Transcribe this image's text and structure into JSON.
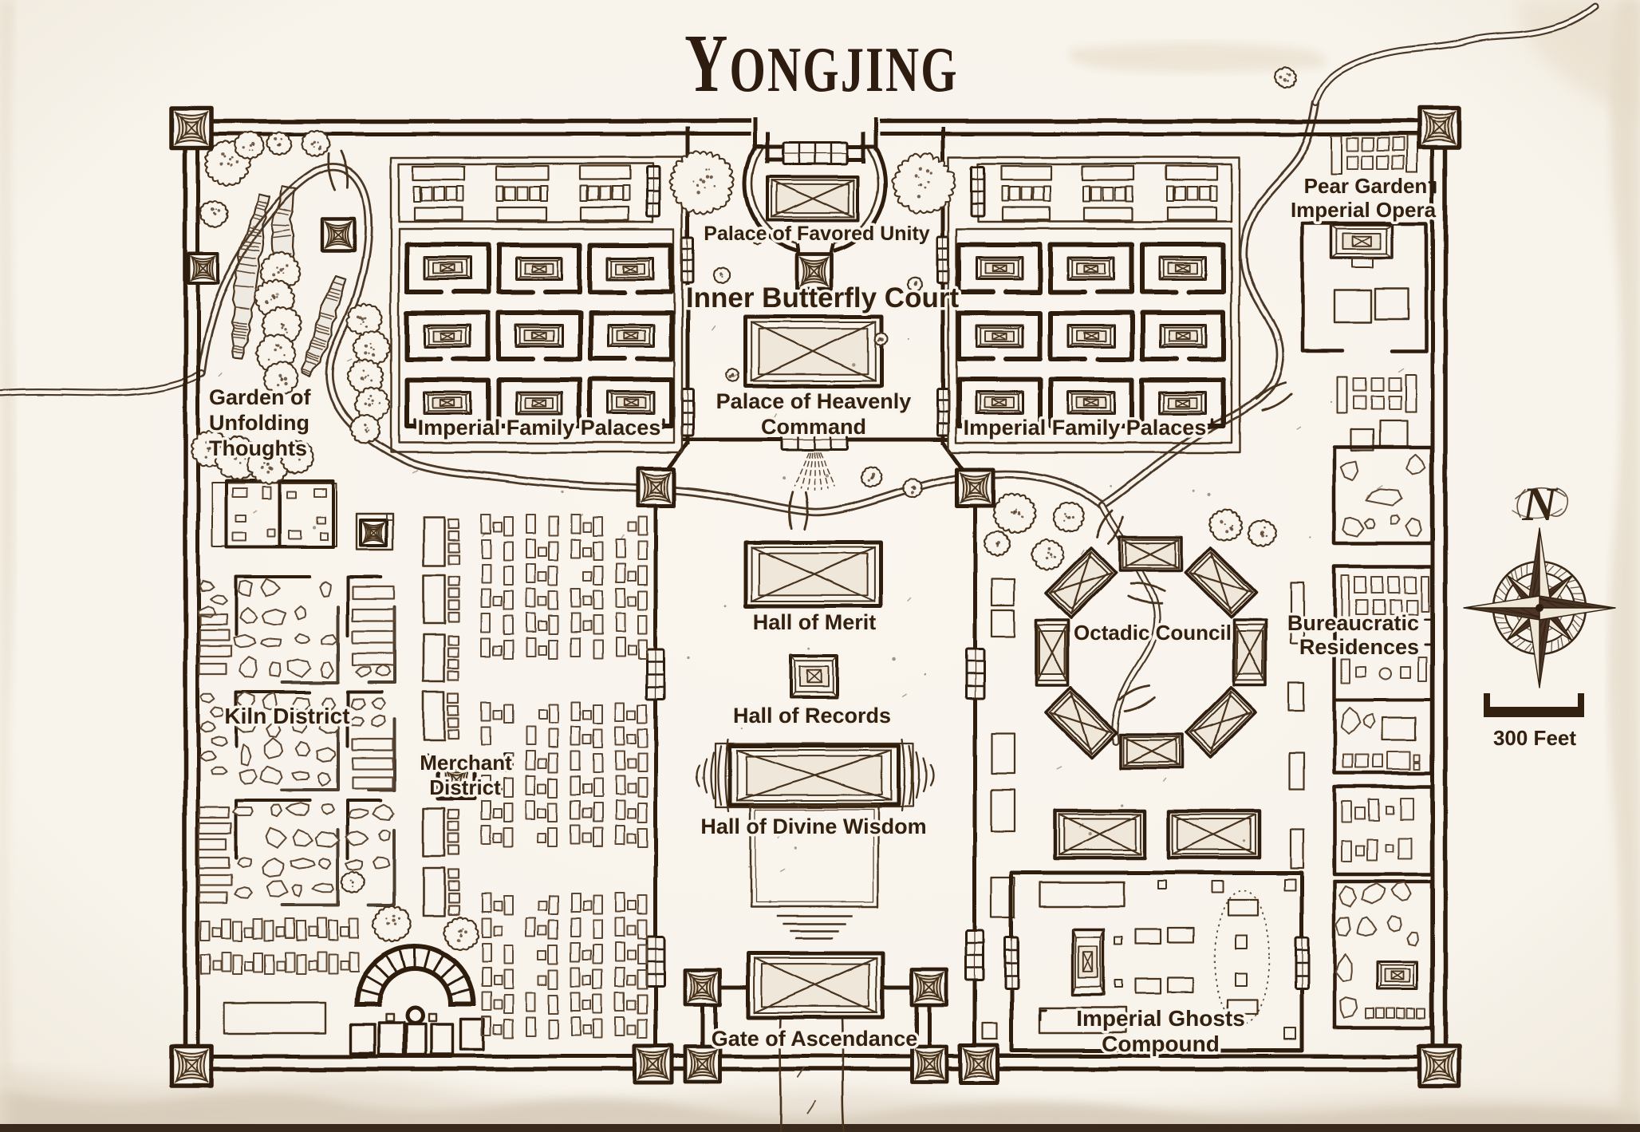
{
  "map": {
    "title": "Yongjing",
    "type": "fantasy city map, imperial capital, hand-drawn sepia ink on parchment"
  },
  "labels": {
    "palace_of_favored_unity": "Palace of Favored Unity",
    "inner_butterfly_court": "Inner Butterfly Court",
    "palace_of_heavenly_command": {
      "lines": [
        "Palace of Heavenly",
        "Command"
      ]
    },
    "imperial_family_palaces_west": "Imperial Family Palaces",
    "imperial_family_palaces_east": "Imperial Family Palaces",
    "garden_of_unfolding_thoughts": {
      "lines": [
        "Garden of",
        "Unfolding",
        "Thoughts"
      ]
    },
    "pear_garden_imperial_opera": {
      "lines": [
        "Pear Garden",
        "Imperial Opera"
      ]
    },
    "kiln_district": "Kiln District",
    "merchant_district": {
      "lines": [
        "Merchant",
        "District"
      ]
    },
    "hall_of_merit": "Hall of Merit",
    "hall_of_records": "Hall of Records",
    "hall_of_divine_wisdom": "Hall of Divine Wisdom",
    "gate_of_ascendance": "Gate of Ascendance",
    "octadic_council": "Octadic Council",
    "bureaucratic_residences": {
      "lines": [
        "Bureaucratic",
        "Residences"
      ]
    },
    "imperial_ghosts_compound": {
      "lines": [
        "Imperial Ghosts",
        "Compound"
      ]
    }
  },
  "compass": {
    "north_label": "N"
  },
  "scale_bar": {
    "label": "300 Feet",
    "feet": 300
  },
  "palette": {
    "parchment": "#f8f4ec",
    "ink_dark": "#2e1c10",
    "ink_mid": "#4a3322",
    "ink_light": "#5d4731",
    "tan_fill": "#c9ae83",
    "wash": "#d5c9b8",
    "text": "#33200f"
  }
}
